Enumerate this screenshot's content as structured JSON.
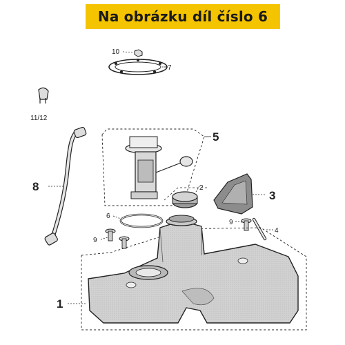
{
  "banner": {
    "title": "Na obrázku díl číslo 6"
  },
  "labels": {
    "p1": "1",
    "p2": "2",
    "p3": "3",
    "p4": "4",
    "p5": "5",
    "p6": "6",
    "p7": "7",
    "p8": "8",
    "p9a": "9",
    "p9b": "9",
    "p10": "10",
    "p11": "11/12"
  },
  "colors": {
    "banner": "#f5c400",
    "line": "#222222",
    "part_fill": "#cfcfcf",
    "part_dark": "#8a8a8a"
  }
}
